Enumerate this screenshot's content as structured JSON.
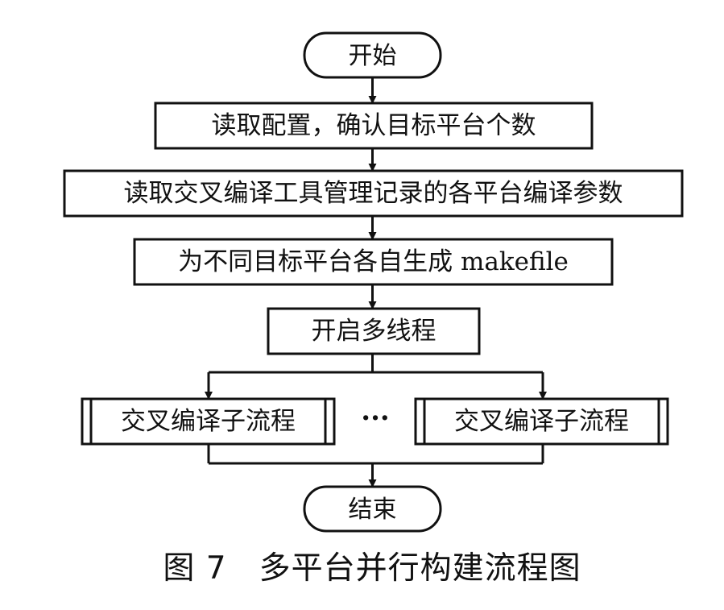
{
  "flowchart": {
    "start": "开始",
    "step1": "读取配置，确认目标平台个数",
    "step2": "读取交叉编译工具管理记录的各平台编译参数",
    "step3": "为不同目标平台各自生成 makefile",
    "step4": "开启多线程",
    "subprocess_left": "交叉编译子流程",
    "ellipsis": "···",
    "subprocess_right": "交叉编译子流程",
    "end": "结束"
  },
  "caption": "图 7　多平台并行构建流程图"
}
